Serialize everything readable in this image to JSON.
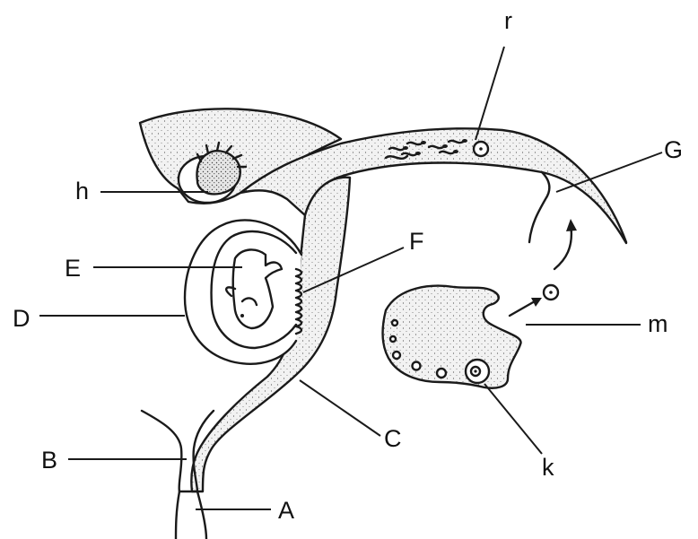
{
  "diagram": {
    "labels": {
      "r": "r",
      "h": "h",
      "G": "G",
      "E": "E",
      "F": "F",
      "D": "D",
      "m": "m",
      "C": "C",
      "B": "B",
      "k": "k",
      "A": "A"
    },
    "colors": {
      "ink": "#1a1a1a",
      "tissue_fill": "#f1f1f1",
      "background": "#ffffff"
    }
  }
}
